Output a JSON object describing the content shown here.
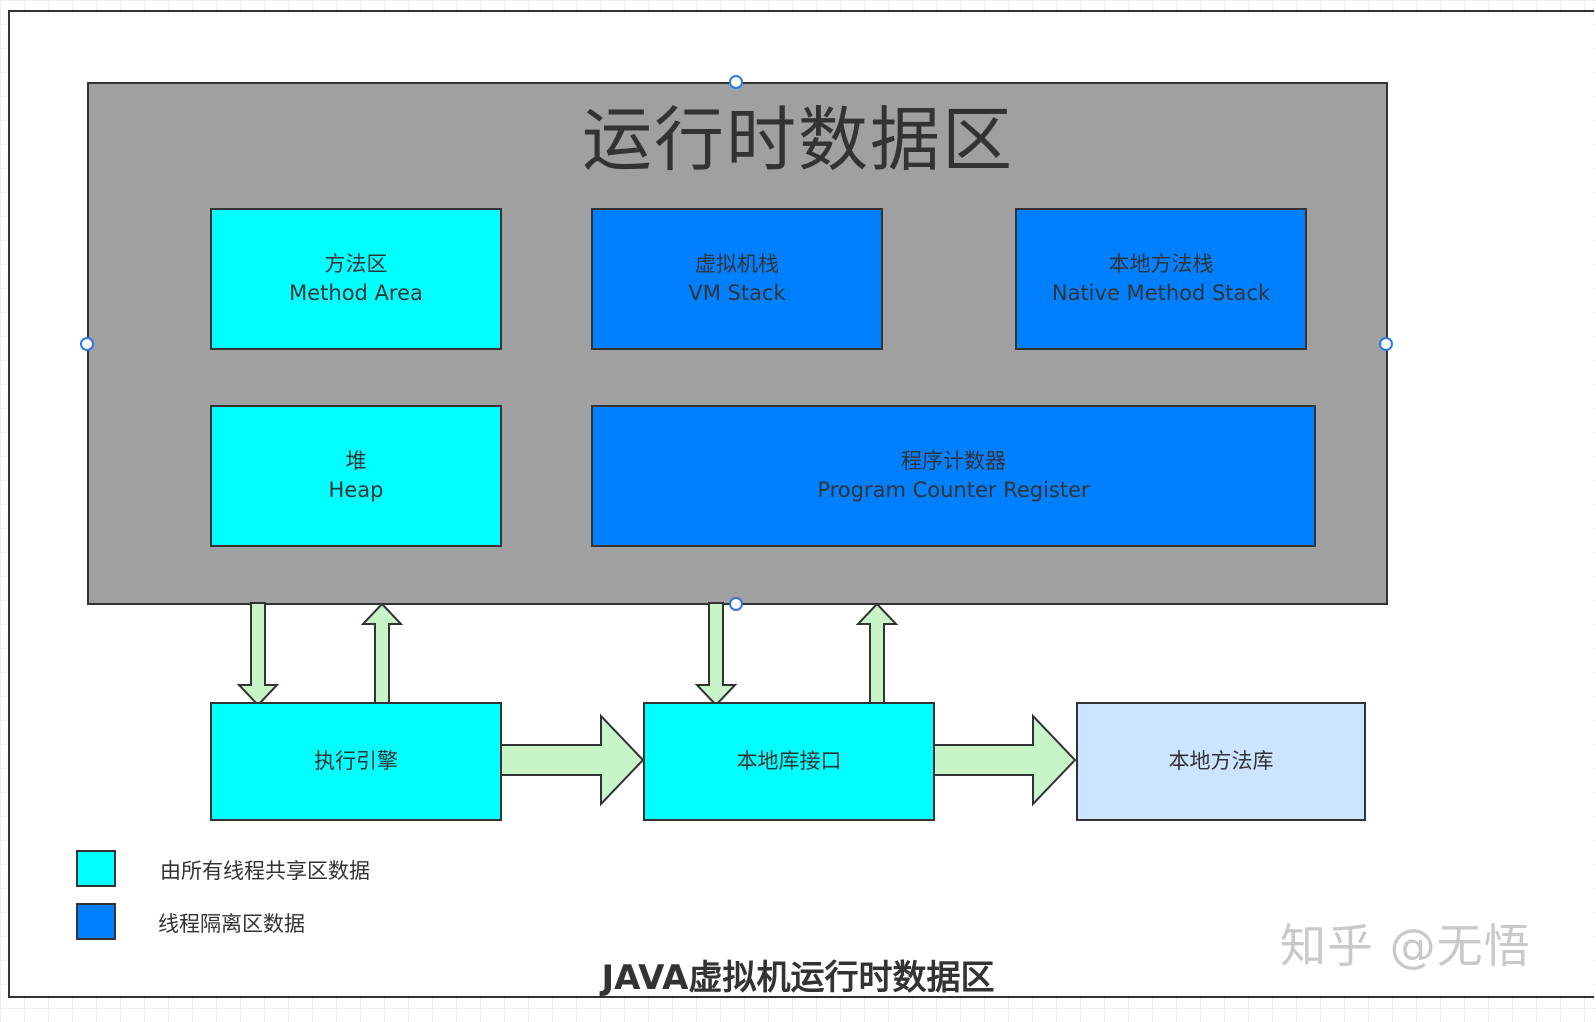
{
  "title": "运行时数据区",
  "runtime_boxes": {
    "method_area": {
      "zh": "方法区",
      "en": "Method Area"
    },
    "vm_stack": {
      "zh": "虚拟机栈",
      "en": "VM Stack"
    },
    "native_method_stack": {
      "zh": "本地方法栈",
      "en": "Native Method Stack"
    },
    "heap": {
      "zh": "堆",
      "en": "Heap"
    },
    "program_counter": {
      "zh": "程序计数器",
      "en": "Program Counter Register"
    }
  },
  "bottom_boxes": {
    "execution_engine": "执行引擎",
    "native_interface": "本地库接口",
    "native_library": "本地方法库"
  },
  "legend": {
    "shared": "由所有线程共享区数据",
    "isolated": "线程隔离区数据"
  },
  "caption": "JAVA虚拟机运行时数据区",
  "watermark": "知乎 @无悟",
  "colors": {
    "shared": "#00ffff",
    "isolated": "#0080ff",
    "native_library": "#cce4ff",
    "runtime_area": "#a0a0a0",
    "arrow_fill": "#c8f5c8"
  }
}
